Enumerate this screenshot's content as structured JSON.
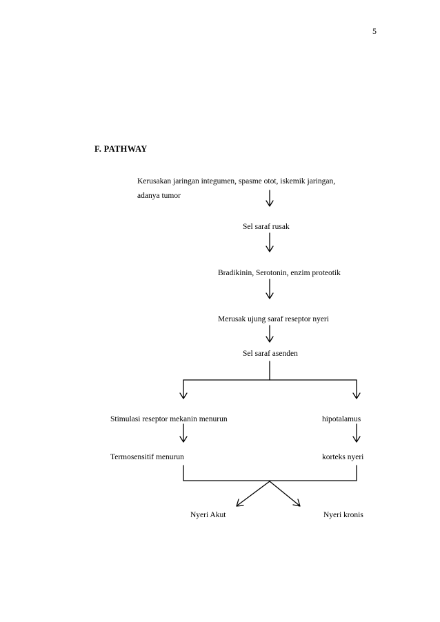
{
  "page_number": "5",
  "section_heading": "F.   PATHWAY",
  "pathway": {
    "cause_line1": "Kerusakan jaringan  integumen,  spasme  otot, iskemik  jaringan,",
    "cause_line2": "adanya tumor",
    "step_sel_saraf_rusak": "Sel saraf rusak",
    "step_mediators": "Bradikinin,  Serotonin,  enzim  proteotik",
    "step_receptor_damage": "Merusak  ujung  saraf reseptor nyeri",
    "step_ascending": "Sel saraf asenden",
    "left_branch_1": "Stimulasi  reseptor mekanin  menurun",
    "left_branch_2": "Termosensitif  menurun",
    "right_branch_1": "hipotalamus",
    "right_branch_2": "korteks nyeri",
    "outcome_acute": "Nyeri Akut",
    "outcome_chronic": "Nyeri kronis"
  }
}
